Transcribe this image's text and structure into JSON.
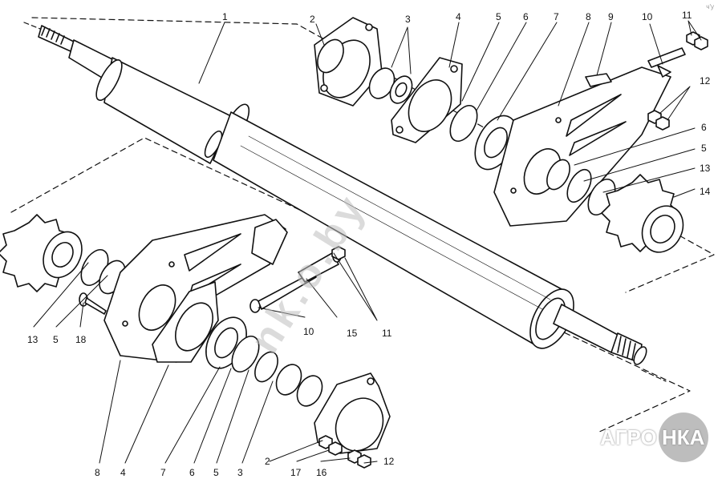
{
  "watermark": "nk.o.by",
  "corner_mark": "ч'у",
  "logo": {
    "left": "АГРО",
    "right": "НКА"
  },
  "callouts": {
    "c1": "1",
    "c2_top": "2",
    "c3_top": "3",
    "c4_top": "4",
    "c5_top": "5",
    "c6_top": "6",
    "c7_top": "7",
    "c8_top": "8",
    "c9": "9",
    "c10_top": "10",
    "c11_top": "11",
    "c12_top": "12",
    "c6_right": "6",
    "c5_right": "5",
    "c13_right": "13",
    "c14": "14",
    "c13_left": "13",
    "c5_left": "5",
    "c18": "18",
    "c10_mid": "10",
    "c15": "15",
    "c11_mid": "11",
    "c8_bot": "8",
    "c4_bot": "4",
    "c7_bot": "7",
    "c6_bot": "6",
    "c5_bot": "5",
    "c3_bot": "3",
    "c2_bot": "2",
    "c17": "17",
    "c16": "16",
    "c12_bot": "12"
  }
}
